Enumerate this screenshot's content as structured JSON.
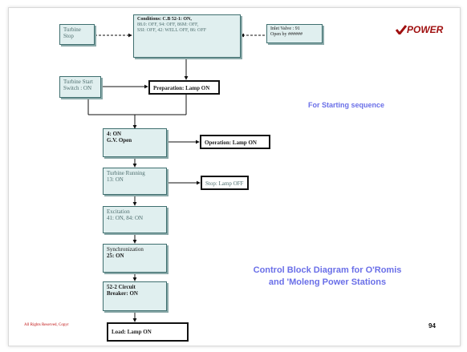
{
  "logo": {
    "text": "POWER",
    "icon": "check-swoosh-icon"
  },
  "subtitle": "For Starting sequence",
  "title_line1": "Control Block Diagram for O'Romis",
  "title_line2": "and 'Moleng Power Stations",
  "footer": "All Rights Reserved, Copyr",
  "page_number": "94",
  "boxes": {
    "turbine_stop": [
      "Turbine",
      "Stop"
    ],
    "conditions": [
      "Conditions: C.B 52-1: ON,",
      "88.0: OFF, 94: OFF, 86M: OFF,",
      "SSI: OFF, 42: WELL OFF, 86: OFF"
    ],
    "inlet_valve": [
      "Inlet Valve : 91",
      "Open by ######"
    ],
    "turbine_start": [
      "Turbine Start",
      "Switch : ON"
    ],
    "preparation": "Preparation: Lamp ON",
    "on_4": [
      "4: ON",
      "G.V. Open"
    ],
    "operation": "Operation: Lamp ON",
    "turbine_running": [
      "Turbine Running",
      "13: ON"
    ],
    "stop_lamp": "Stop: Lamp OFF",
    "excitation": [
      "Excitation",
      "41: ON, 84: ON"
    ],
    "synchronization": [
      "Synchronization",
      "25: ON"
    ],
    "circuit_breaker": [
      "52-2 Circuit",
      "Breaker: ON"
    ],
    "load": "Load: Lamp ON"
  },
  "colors": {
    "title_blue": "#6a6fe8",
    "box_fill": "#e0efef",
    "logo_red": "#a01010"
  }
}
